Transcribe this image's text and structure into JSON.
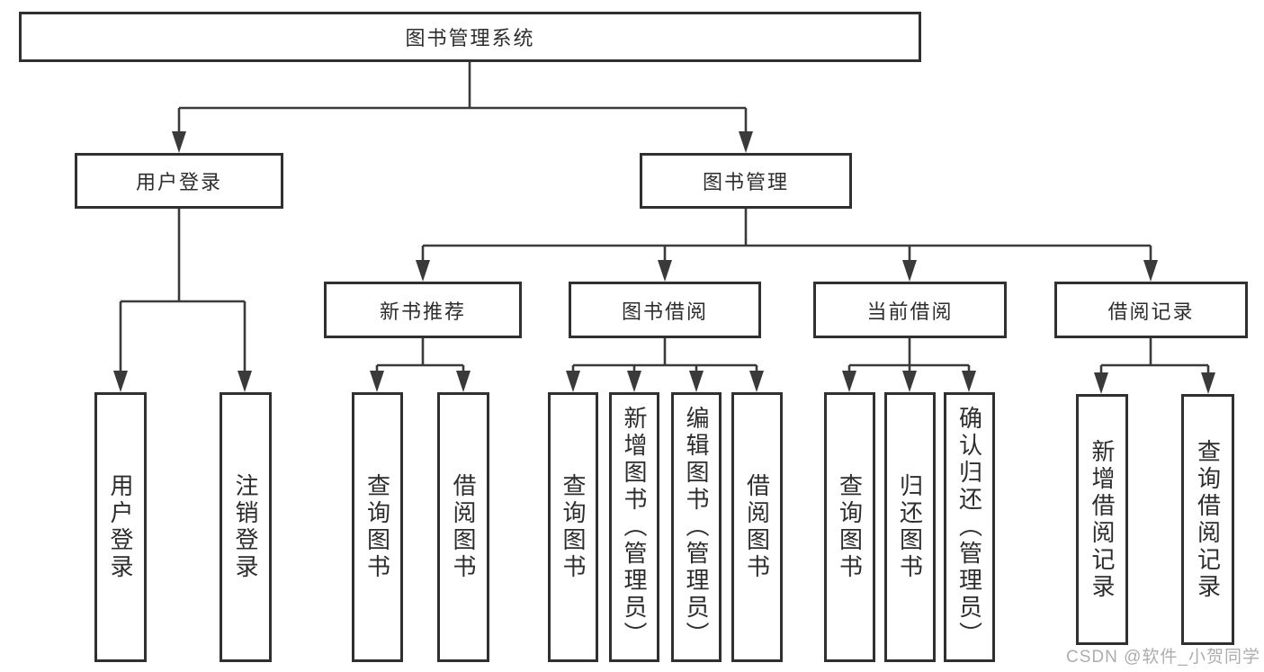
{
  "colors": {
    "line": "#3a3a3a",
    "border": "#303030",
    "text": "#2d2d2d",
    "watermark": "#adadad",
    "background": "#ffffff"
  },
  "watermark": "CSDN @软件_小贺同学",
  "nodes": {
    "root": {
      "label": "图书管理系统"
    },
    "user_login": {
      "label": "用户登录"
    },
    "book_mgmt": {
      "label": "图书管理"
    },
    "new_books": {
      "label": "新书推荐"
    },
    "book_borrow": {
      "label": "图书借阅"
    },
    "current_borrow": {
      "label": "当前借阅"
    },
    "borrow_records": {
      "label": "借阅记录"
    },
    "leaf_user_login": {
      "label": "用户登录"
    },
    "leaf_logout": {
      "label": "注销登录"
    },
    "leaf_nb_query": {
      "label": "查询图书"
    },
    "leaf_nb_borrow": {
      "label": "借阅图书"
    },
    "leaf_bb_query": {
      "label": "查询图书"
    },
    "leaf_bb_add": {
      "label": "新增图书（管理员）"
    },
    "leaf_bb_edit": {
      "label": "编辑图书（管理员）"
    },
    "leaf_bb_borrow": {
      "label": "借阅图书"
    },
    "leaf_cb_query": {
      "label": "查询图书"
    },
    "leaf_cb_return": {
      "label": "归还图书"
    },
    "leaf_cb_confirm": {
      "label": "确认归还（管理员）"
    },
    "leaf_br_add": {
      "label": "新增借阅记录"
    },
    "leaf_br_query": {
      "label": "查询借阅记录"
    }
  },
  "hierarchy": {
    "图书管理系统": {
      "用户登录": [
        "用户登录",
        "注销登录"
      ],
      "图书管理": {
        "新书推荐": [
          "查询图书",
          "借阅图书"
        ],
        "图书借阅": [
          "查询图书",
          "新增图书（管理员）",
          "编辑图书（管理员）",
          "借阅图书"
        ],
        "当前借阅": [
          "查询图书",
          "归还图书",
          "确认归还（管理员）"
        ],
        "借阅记录": [
          "新增借阅记录",
          "查询借阅记录"
        ]
      }
    }
  }
}
